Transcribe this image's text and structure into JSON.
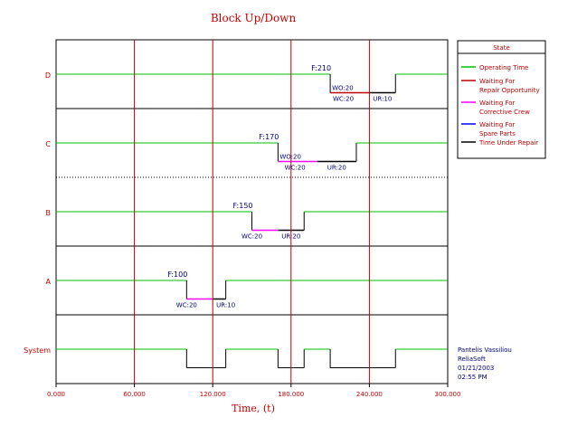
{
  "chart_data": {
    "type": "line",
    "title": "Block Up/Down",
    "xlabel": "Time, (t)",
    "xlim": [
      0,
      300
    ],
    "x_ticks": [
      0,
      60,
      120,
      180,
      240,
      300
    ],
    "x_tick_labels": [
      "0.000",
      "60.000",
      "120.000",
      "180.000",
      "240.000",
      "300.000"
    ],
    "rows": [
      "D",
      "C",
      "B",
      "A",
      "System"
    ],
    "series": [
      {
        "name": "D",
        "down_intervals": [
          [
            210,
            260
          ]
        ]
      },
      {
        "name": "C",
        "down_intervals": [
          [
            170,
            230
          ]
        ]
      },
      {
        "name": "B",
        "down_intervals": [
          [
            150,
            190
          ]
        ]
      },
      {
        "name": "A",
        "down_intervals": [
          [
            100,
            130
          ]
        ]
      },
      {
        "name": "System",
        "down_intervals": [
          [
            100,
            130
          ],
          [
            170,
            190
          ],
          [
            210,
            260
          ]
        ]
      }
    ],
    "segments": [
      {
        "row": "D",
        "x": [
          210,
          240
        ],
        "state": "Waiting For Repair Opportunity"
      },
      {
        "row": "D",
        "x": [
          240,
          260
        ],
        "state": "Time Under Repair"
      },
      {
        "row": "C",
        "x": [
          170,
          200
        ],
        "state": "Waiting For Corrective Crew"
      },
      {
        "row": "C",
        "x": [
          200,
          230
        ],
        "state": "Time Under Repair"
      },
      {
        "row": "B",
        "x": [
          150,
          170
        ],
        "state": "Waiting For Corrective Crew"
      },
      {
        "row": "B",
        "x": [
          170,
          190
        ],
        "state": "Time Under Repair"
      },
      {
        "row": "A",
        "x": [
          100,
          120
        ],
        "state": "Waiting For Corrective Crew"
      },
      {
        "row": "A",
        "x": [
          120,
          130
        ],
        "state": "Time Under Repair"
      }
    ],
    "annotations": [
      {
        "row": "D",
        "x": 210,
        "text": "F:210",
        "pos": "above"
      },
      {
        "row": "D",
        "x": 210,
        "text": "WO:20",
        "pos": "below-right"
      },
      {
        "row": "D",
        "x": 220,
        "text": "WC:20",
        "pos": "bottom"
      },
      {
        "row": "D",
        "x": 250,
        "text": "UR:10",
        "pos": "bottom"
      },
      {
        "row": "C",
        "x": 170,
        "text": "F:170",
        "pos": "above"
      },
      {
        "row": "C",
        "x": 170,
        "text": "WO:20",
        "pos": "below-right"
      },
      {
        "row": "C",
        "x": 183,
        "text": "WC:20",
        "pos": "bottom"
      },
      {
        "row": "C",
        "x": 215,
        "text": "UR:20",
        "pos": "bottom"
      },
      {
        "row": "B",
        "x": 150,
        "text": "F:150",
        "pos": "above"
      },
      {
        "row": "B",
        "x": 150,
        "text": "WC:20",
        "pos": "bottom"
      },
      {
        "row": "B",
        "x": 180,
        "text": "UR:20",
        "pos": "bottom"
      },
      {
        "row": "A",
        "x": 100,
        "text": "F:100",
        "pos": "above"
      },
      {
        "row": "A",
        "x": 100,
        "text": "WC:20",
        "pos": "bottom"
      },
      {
        "row": "A",
        "x": 130,
        "text": "UR:10",
        "pos": "bottom"
      }
    ],
    "grid": true,
    "vertical_gridlines": [
      60,
      120,
      180,
      240
    ],
    "legend": {
      "title": "State",
      "placement": "right",
      "items": [
        {
          "label": [
            "Operating Time"
          ],
          "color": "#00c000"
        },
        {
          "label": [
            "Waiting For",
            "Repair Opportunity"
          ],
          "color": "#c00000"
        },
        {
          "label": [
            "Waiting For",
            "Corrective Crew"
          ],
          "color": "#ff00ff"
        },
        {
          "label": [
            "Waiting For",
            "Spare Parts"
          ],
          "color": "#0000ff"
        },
        {
          "label": [
            "Time Under Repair"
          ],
          "color": "#000000"
        }
      ]
    },
    "info_lines": [
      "Pantelis Vassiliou",
      "ReliaSoft",
      "01/21/2003",
      "02:55 PM"
    ]
  },
  "colors": {
    "operating": "#00c000",
    "wait_repair_opportunity": "#c00000",
    "wait_corrective_crew": "#ff00ff",
    "wait_spare_parts": "#0000ff",
    "under_repair": "#000000",
    "gridline": "#c00000",
    "title": "#c00000",
    "label": "#c00000",
    "info": "#000080"
  }
}
